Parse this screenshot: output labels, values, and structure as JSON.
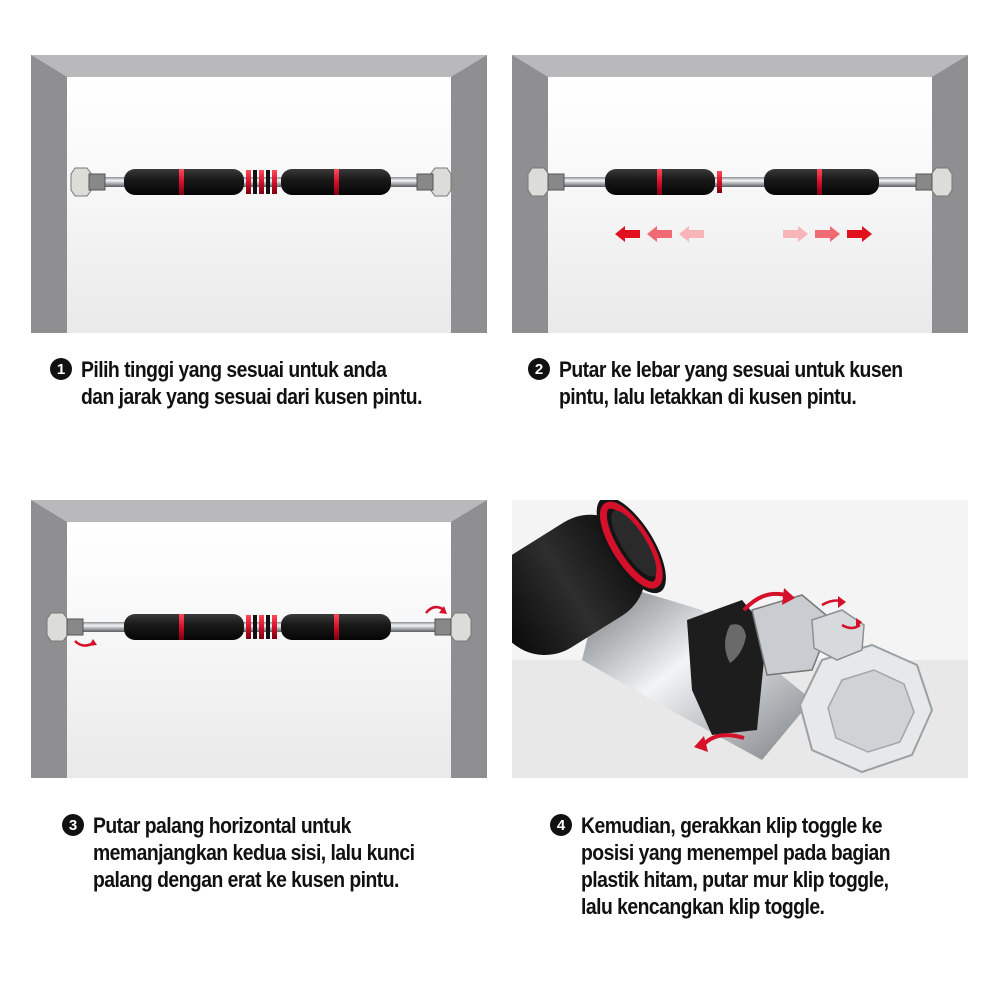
{
  "steps": [
    {
      "number": "1",
      "text": "Pilih tinggi yang sesuai untuk anda\ndan jarak yang sesuai dari kusen pintu."
    },
    {
      "number": "2",
      "text": "Putar ke lebar yang sesuai untuk kusen\npintu, lalu letakkan di kusen pintu."
    },
    {
      "number": "3",
      "text": "Putar palang horizontal untuk\nmemanjangkan kedua sisi, lalu kunci\npalang dengan erat ke kusen pintu."
    },
    {
      "number": "4",
      "text": "Kemudian, gerakkan klip toggle ke\nposisi yang menempel pada bagian\nplastik hitam, putar mur klip toggle,\nlalu kencangkan klip toggle."
    }
  ],
  "colors": {
    "frame": "#9a9a9c",
    "frame_light": "#c4c4c6",
    "foam": "#1c1c1c",
    "accent": "#d4102a",
    "steel": "#c8ccd0"
  }
}
